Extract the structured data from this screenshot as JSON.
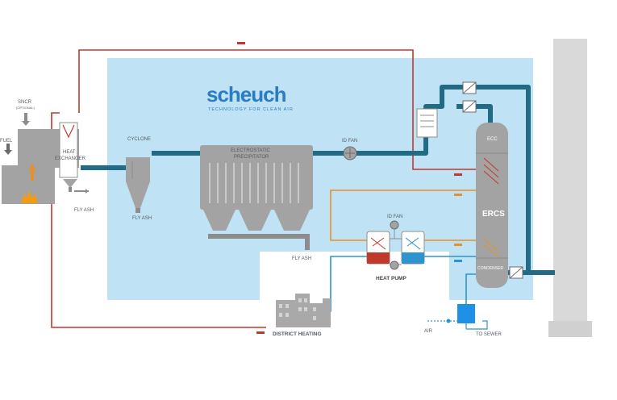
{
  "brand": {
    "name": "scheuch",
    "tagline": "TECHNOLOGY FOR CLEAN AIR",
    "color": "#2a7cc7"
  },
  "colors": {
    "panel": "#bfe3f5",
    "duct": "#226b84",
    "equipment": "#a3a3a3",
    "hot_line": "#c0392b",
    "warm_line": "#e8902a",
    "cool_line": "#2e93d1",
    "flame": "#f39c12",
    "chimney": "#d9d9d9"
  },
  "labels": {
    "fuel": "FUEL",
    "sncr": "SNCR",
    "sncr_sub": "(OPTIONAL)",
    "heat_exchanger": "HEAT EXCHANGER",
    "heat_exchanger_l1": "HEAT",
    "heat_exchanger_l2": "EXCHANGER",
    "fly_ash_1": "FLY ASH",
    "cyclone": "CYCLONE",
    "fly_ash_2": "FLY ASH",
    "esp_l1": "ELECTROSTATIC",
    "esp_l2": "PRECIPITATOR",
    "fly_ash_3": "FLY ASH",
    "id_fan_1": "ID FAN",
    "id_fan_2": "ID FAN",
    "heat_pump": "HEAT PUMP",
    "district_heating": "DISTRICT HEATING",
    "ercs": "ERCS",
    "ecc": "ECC",
    "condenser": "CONDENSER",
    "air": "AIR",
    "to_sewer": "TO SEWER"
  }
}
